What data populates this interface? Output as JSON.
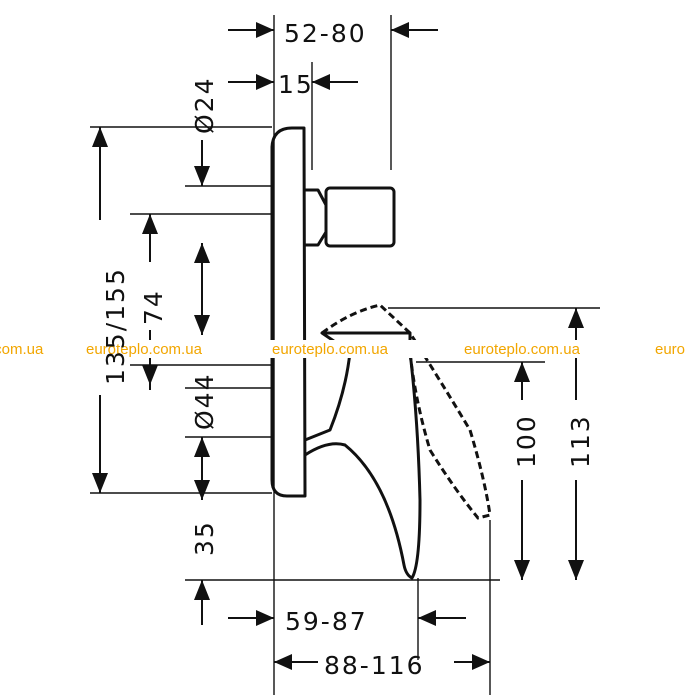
{
  "watermark": {
    "text": "euroteplo.com.ua",
    "fragment_left": ".com.ua",
    "fragment_right": "euro",
    "color": "#f2a600"
  },
  "dimensions": {
    "width_52_80": "52-80",
    "offset_15": "15",
    "diam_24": "Ø24",
    "height_135_155": "135/155",
    "dist_74": "74",
    "diam_44": "Ø44",
    "dist_35": "35",
    "height_100": "100",
    "height_113": "113",
    "width_59_87": "59-87",
    "width_88_116": "88-116"
  }
}
